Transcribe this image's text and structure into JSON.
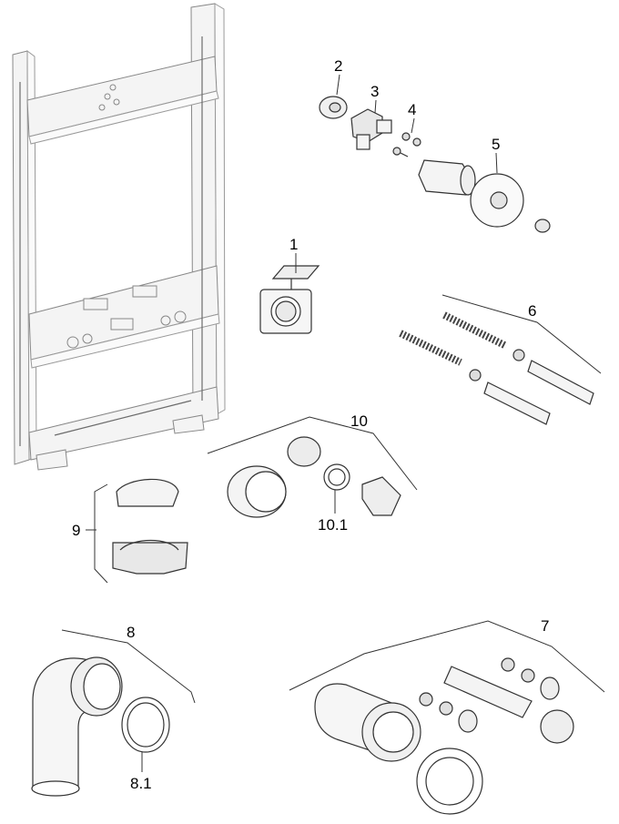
{
  "diagram": {
    "callouts": [
      {
        "id": "c1",
        "label": "1"
      },
      {
        "id": "c2",
        "label": "2"
      },
      {
        "id": "c3",
        "label": "3"
      },
      {
        "id": "c4",
        "label": "4"
      },
      {
        "id": "c5",
        "label": "5"
      },
      {
        "id": "c6",
        "label": "6"
      },
      {
        "id": "c7",
        "label": "7"
      },
      {
        "id": "c8",
        "label": "8"
      },
      {
        "id": "c8_1",
        "label": "8.1"
      },
      {
        "id": "c9",
        "label": "9"
      },
      {
        "id": "c10",
        "label": "10"
      },
      {
        "id": "c10_1",
        "label": "10.1"
      }
    ],
    "colors": {
      "line": "#333333",
      "frame_line": "#888888",
      "highlight": "#e8e8e8",
      "background": "#ffffff"
    }
  }
}
